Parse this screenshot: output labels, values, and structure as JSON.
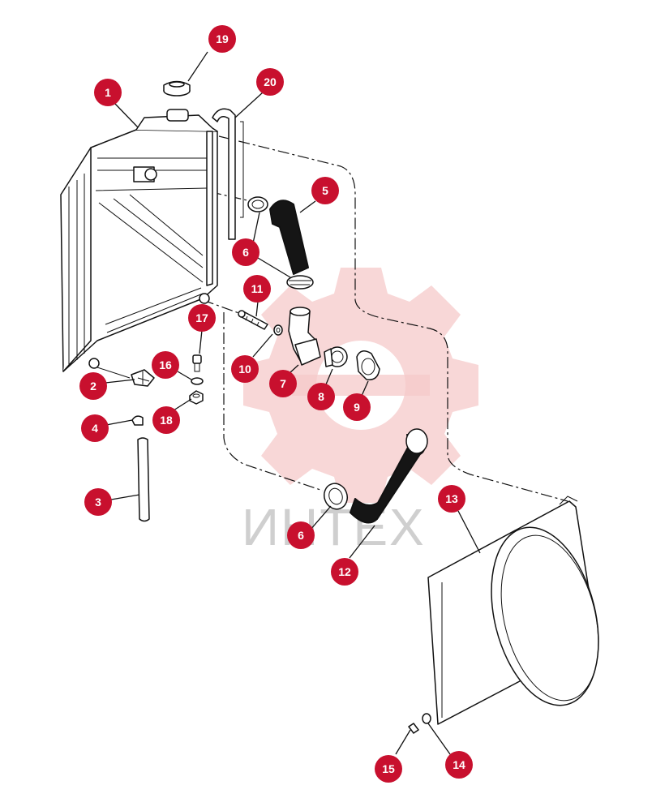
{
  "watermark": {
    "text": "ИНТЕХ",
    "gear_color": "#f6c9c9"
  },
  "colors": {
    "callout": "#c8102e",
    "line": "#111111"
  },
  "callouts": [
    {
      "id": "c19",
      "label": "19"
    },
    {
      "id": "c20",
      "label": "20"
    },
    {
      "id": "c1",
      "label": "1"
    },
    {
      "id": "c5",
      "label": "5"
    },
    {
      "id": "c6a",
      "label": "6"
    },
    {
      "id": "c11",
      "label": "11"
    },
    {
      "id": "c17",
      "label": "17"
    },
    {
      "id": "c16",
      "label": "16"
    },
    {
      "id": "c10",
      "label": "10"
    },
    {
      "id": "c7",
      "label": "7"
    },
    {
      "id": "c8",
      "label": "8"
    },
    {
      "id": "c9",
      "label": "9"
    },
    {
      "id": "c2",
      "label": "2"
    },
    {
      "id": "c18",
      "label": "18"
    },
    {
      "id": "c4",
      "label": "4"
    },
    {
      "id": "c3",
      "label": "3"
    },
    {
      "id": "c6b",
      "label": "6"
    },
    {
      "id": "c12",
      "label": "12"
    },
    {
      "id": "c13",
      "label": "13"
    },
    {
      "id": "c15",
      "label": "15"
    },
    {
      "id": "c14",
      "label": "14"
    }
  ]
}
